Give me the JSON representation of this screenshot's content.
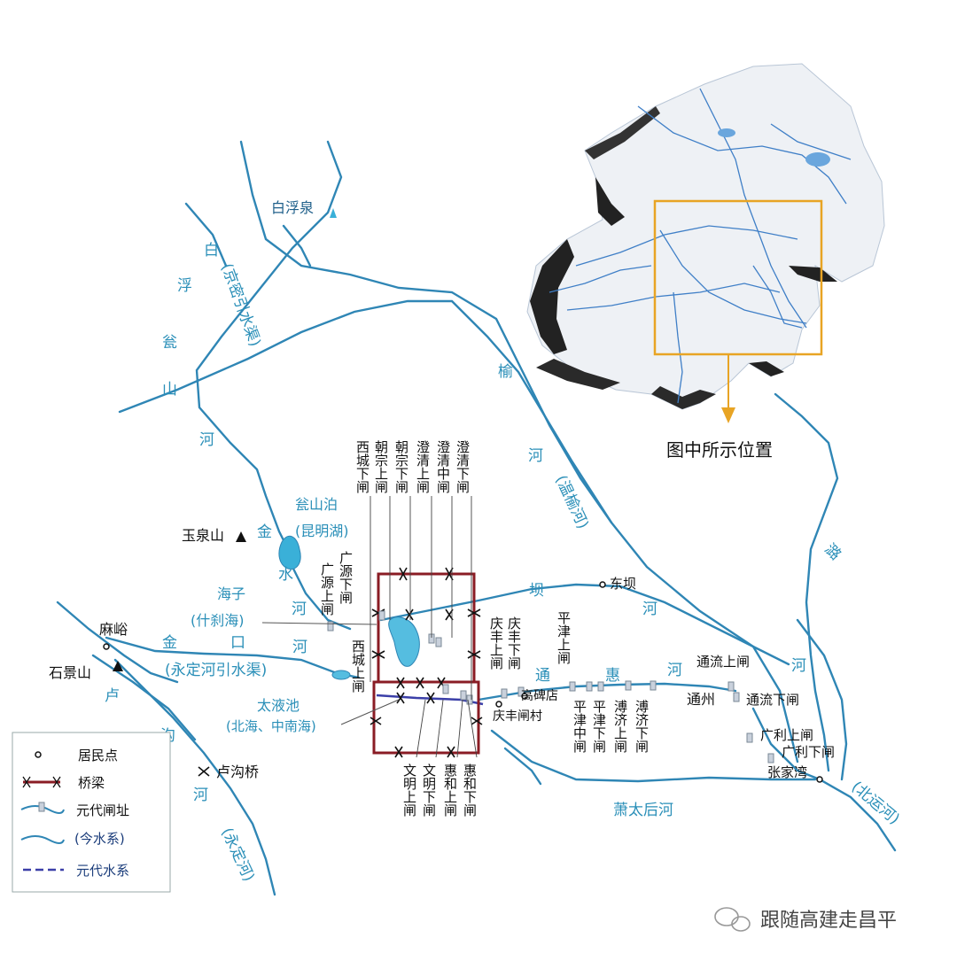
{
  "inset": {
    "caption": "图中所示位置"
  },
  "rivers": {
    "jinshui_he_ne": "(京密引水渠)",
    "bai": "白",
    "fu": "浮",
    "weng": "瓮",
    "shan": "山",
    "he": "河",
    "yu": "榆",
    "yu_he": "河",
    "wenyu": "(温榆河)",
    "jin_s": "金",
    "shui_s": "水",
    "he_s": "河",
    "ba": "坝",
    "ba_he": "河",
    "jin_w": "金",
    "kou_w": "口",
    "he_w": "河",
    "yongding_canal": "(永定河引水渠)",
    "lu": "卢",
    "gou": "沟",
    "he_l": "河",
    "yongding": "(永定河)",
    "tong": "通",
    "hui": "惠",
    "he_t": "河",
    "lu_r": "潞",
    "he_r": "河",
    "xiaotaihou": "萧太后河",
    "beiyun": "(北运河)"
  },
  "places": {
    "baifuquan": "白浮泉",
    "yuquanshan": "玉泉山",
    "wengshanbo": "瓮山泊",
    "kunminghu": "(昆明湖)",
    "haizi": "海子",
    "shichahai": "(什刹海)",
    "mayu": "麻峪",
    "shijingshan": "石景山",
    "taiyechi": "太液池",
    "beihai": "(北海、中南海)",
    "lugouqiao": "卢沟桥",
    "dongba": "东坝",
    "tongzhou": "通州",
    "zhangjiawan": "张家湾",
    "gaobeidian": "高碑店",
    "qingfengzhacun": "庆丰闸村"
  },
  "locks": {
    "guangyuan_shang": "广源上闸",
    "guangyuan_xia": "广源下闸",
    "xicheng_xia": "西城下闸",
    "xicheng_shang": "西城上闸",
    "chaozong_shang": "朝宗上闸",
    "chaozong_xia": "朝宗下闸",
    "chengqing_shang": "澄清上闸",
    "chengqing_zhong": "澄清中闸",
    "chengqing_xia": "澄清下闸",
    "wenming_shang": "文明上闸",
    "wenming_xia": "文明下闸",
    "huihe_shang": "惠和上闸",
    "huihe_xia": "惠和下闸",
    "qingfeng_shang": "庆丰上闸",
    "qingfeng_xia": "庆丰下闸",
    "pingjin_shang": "平津上闸",
    "pingjin_zhong": "平津中闸",
    "pingjin_xia": "平津下闸",
    "puji_shang": "溥济上闸",
    "puji_xia": "溥济下闸",
    "tongliu_shang": "通流上闸",
    "tongliu_xia": "通流下闸",
    "guangli_shang": "广利上闸",
    "guangli_xia": "广利下闸"
  },
  "legend": {
    "settlement": "居民点",
    "bridge": "桥梁",
    "yuan_lock": "元代闸址",
    "modern_water": "(今水系)",
    "yuan_water": "元代水系"
  },
  "watermark": "跟随高建走昌平",
  "colors": {
    "river": "#2f86b5",
    "lake": "#3ab0d8",
    "city_wall": "#8a1c24",
    "inset_box": "#e8a424",
    "yuan_water": "#3b3fa8"
  }
}
